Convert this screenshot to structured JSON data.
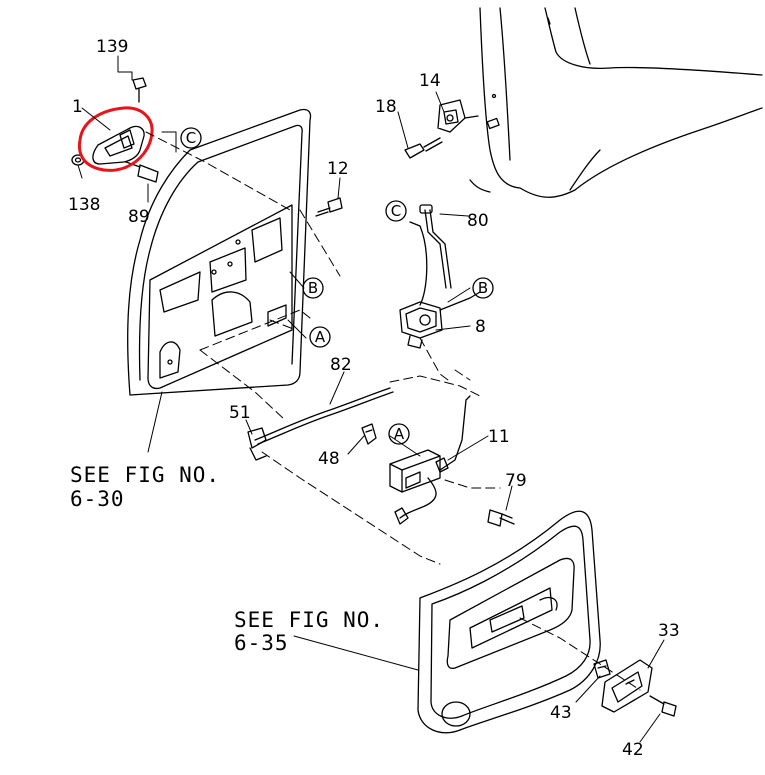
{
  "diagram": {
    "part_numbers": {
      "p139": "139",
      "p1": "1",
      "p138": "138",
      "p89": "89",
      "p14": "14",
      "p18": "18",
      "p12": "12",
      "p80": "80",
      "p8": "8",
      "p82": "82",
      "p51": "51",
      "p48": "48",
      "p11": "11",
      "p79": "79",
      "p33": "33",
      "p43": "43",
      "p42": "42"
    },
    "references": {
      "c_top": "C",
      "c_rod": "C",
      "b_door": "B",
      "b_latch": "B",
      "a_door": "A",
      "a_actuator": "A"
    },
    "notes": {
      "see_fig_1_line1": "SEE FIG NO.",
      "see_fig_1_line2": "6-30",
      "see_fig_2_line1": "SEE FIG NO.",
      "see_fig_2_line2": "6-35"
    },
    "highlight_color": "#e8141c",
    "line_color": "#000000"
  }
}
